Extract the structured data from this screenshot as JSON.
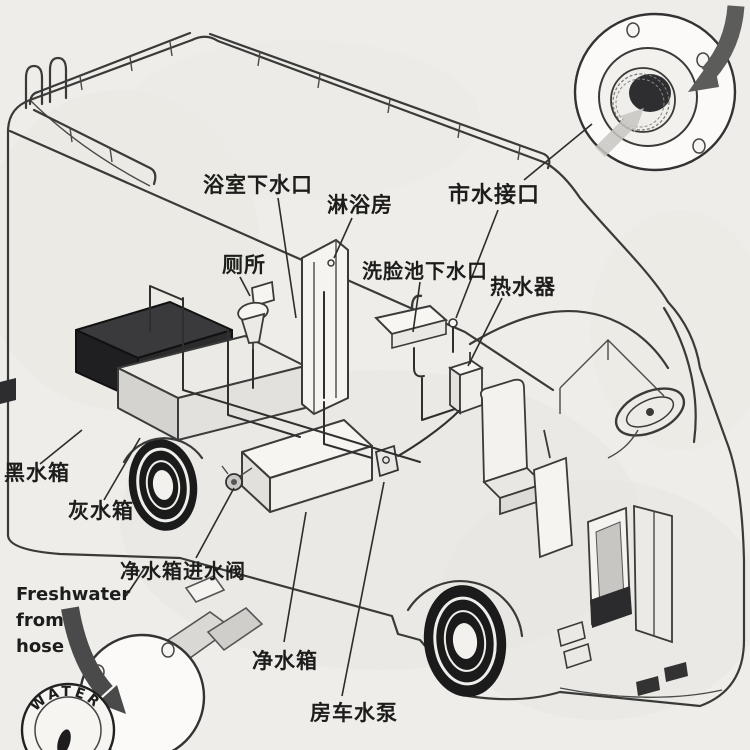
{
  "diagram": {
    "type": "rv-water-system-cutaway",
    "labels": {
      "bathroom_drain": "浴室下水口",
      "shower_room": "淋浴房",
      "city_water_inlet": "市水接口",
      "toilet": "厕所",
      "sink_drain": "洗脸池下水口",
      "water_heater": "热水器",
      "black_water_tank": "黑水箱",
      "gray_water_tank": "灰水箱",
      "fresh_tank_inlet_valve": "净水箱进水阀",
      "fresh_water_tank": "净水箱",
      "rv_water_pump": "房车水泵"
    },
    "inset_bottom_left": {
      "caption_line1": "Freshwater",
      "caption_line2": "from",
      "caption_line3": "hose",
      "cap_text": "WATER"
    },
    "colors": {
      "paper": "#eeede9",
      "line": "#3a3a38",
      "black_tank": "#2e2e30",
      "arrow_dark": "#4a4a4a",
      "arrow_light": "#c8c7c3"
    }
  }
}
